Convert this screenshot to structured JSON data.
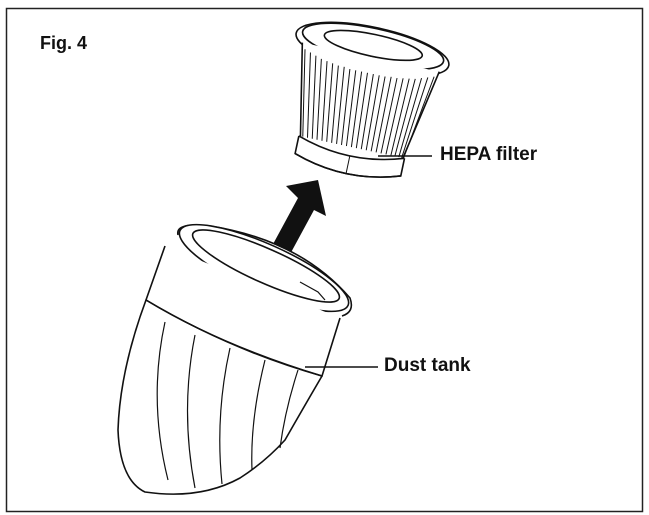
{
  "figure": {
    "title": "Fig. 4",
    "labels": {
      "hepa_filter": "HEPA filter",
      "dust_tank": "Dust tank"
    }
  },
  "colors": {
    "line": "#111111",
    "background": "#ffffff",
    "arrow": "#111111"
  },
  "icons": {
    "arrow": "up-right-arrow-icon"
  }
}
